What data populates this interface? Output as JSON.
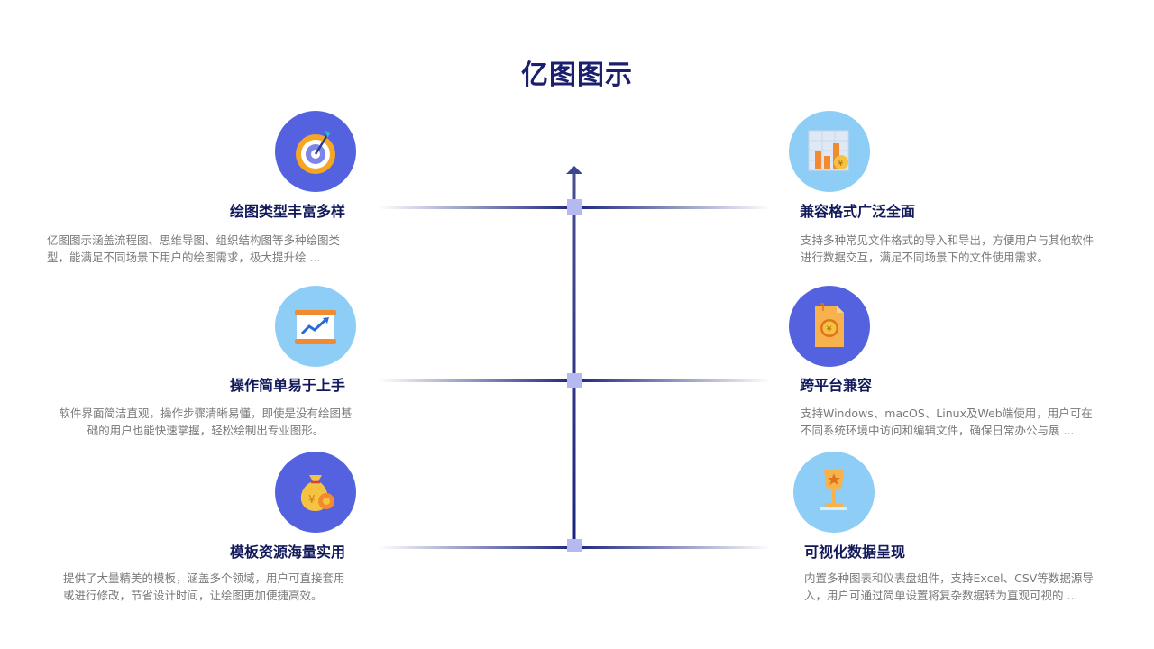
{
  "title": "亿图图示",
  "colors": {
    "title": "#1a1f6e",
    "axis": "#1a237e",
    "node": "#b6b8f0",
    "circle_dark": "#5562e0",
    "circle_light": "#8ecdf6",
    "desc": "#7a7a7a"
  },
  "items": [
    {
      "heading": "绘图类型丰富多样",
      "desc": "亿图图示涵盖流程图、思维导图、组织结构图等多种绘图类型，能满足不同场景下用户的绘图需求，极大提升绘 ...",
      "icon": "target-icon"
    },
    {
      "heading": "操作简单易于上手",
      "desc": "软件界面简洁直观，操作步骤清晰易懂，即使是没有绘图基础的用户也能快速掌握，轻松绘制出专业图形。",
      "icon": "chart-board-icon"
    },
    {
      "heading": "模板资源海量实用",
      "desc": "提供了大量精美的模板，涵盖多个领域，用户可直接套用或进行修改，节省设计时间，让绘图更加便捷高效。",
      "icon": "money-bag-icon"
    },
    {
      "heading": "兼容格式广泛全面",
      "desc": "支持多种常见文件格式的导入和导出，方便用户与其他软件进行数据交互，满足不同场景下的文件使用需求。",
      "icon": "bar-chart-icon"
    },
    {
      "heading": "跨平台兼容",
      "desc": "支持Windows、macOS、Linux及Web端使用，用户可在不同系统环境中访问和编辑文件，确保日常办公与展 ...",
      "icon": "document-coin-icon"
    },
    {
      "heading": "可视化数据呈现",
      "desc": "内置多种图表和仪表盘组件，支持Excel、CSV等数据源导入，用户可通过简单设置将复杂数据转为直观可视的 ...",
      "icon": "trophy-icon"
    }
  ]
}
